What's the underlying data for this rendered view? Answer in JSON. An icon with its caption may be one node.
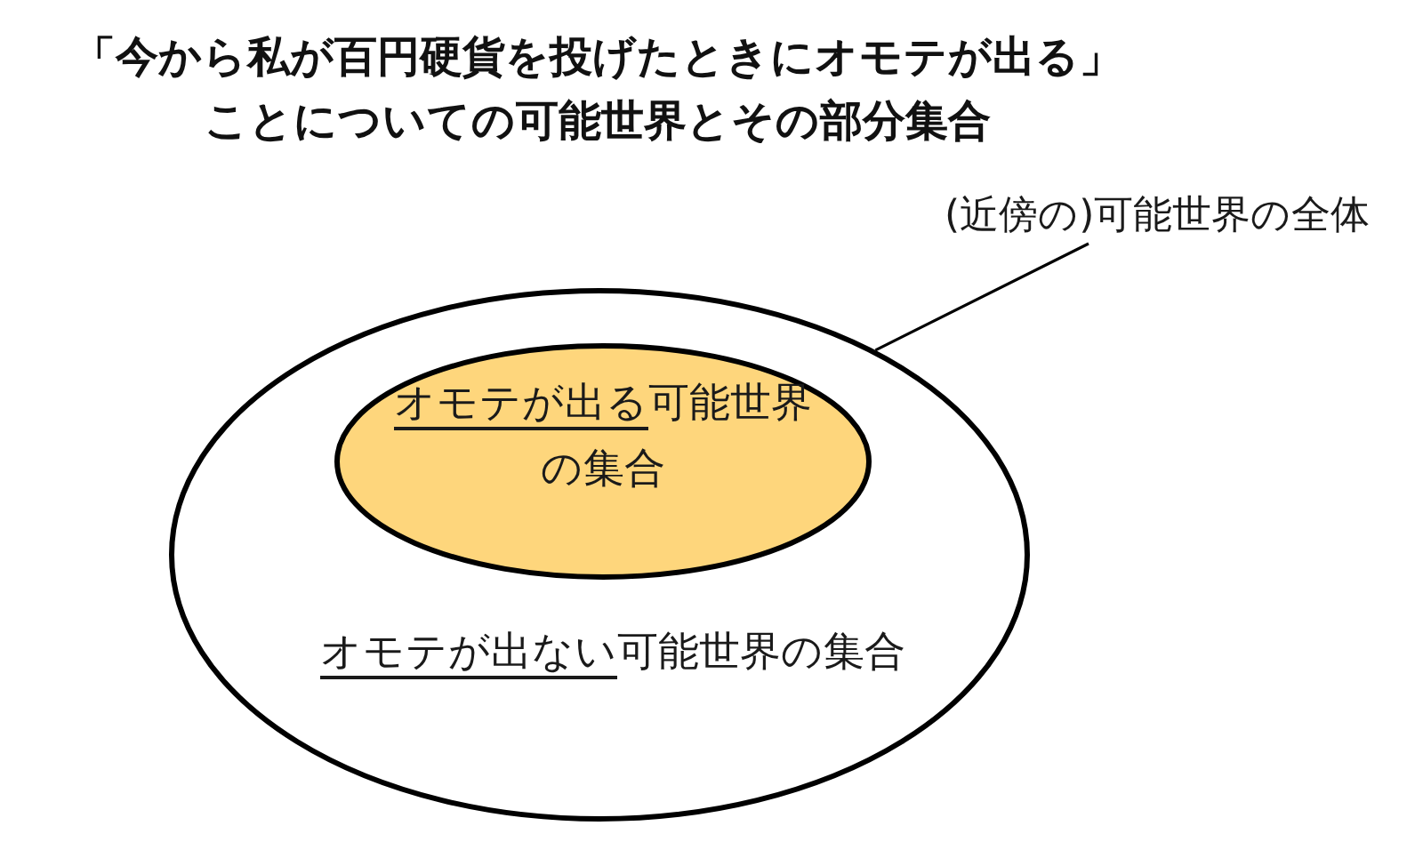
{
  "diagram": {
    "title": "「今から私が百円硬貨を投げたときにオモテが出る」ことについての可能世界とその部分集合",
    "nodes": [
      {
        "text": [
          "(近傍の)可能世界の全体"
        ]
      },
      {
        "text": [
          "オモテが出ない可能世界の集合"
        ]
      },
      {
        "text": [
          "オモテが出る可能世界の集合"
        ],
        "in": 1
      }
    ],
    "edges": [
      {
        "from": 0,
        "to": 1,
        "arrow": "none"
      }
    ]
  }
}
